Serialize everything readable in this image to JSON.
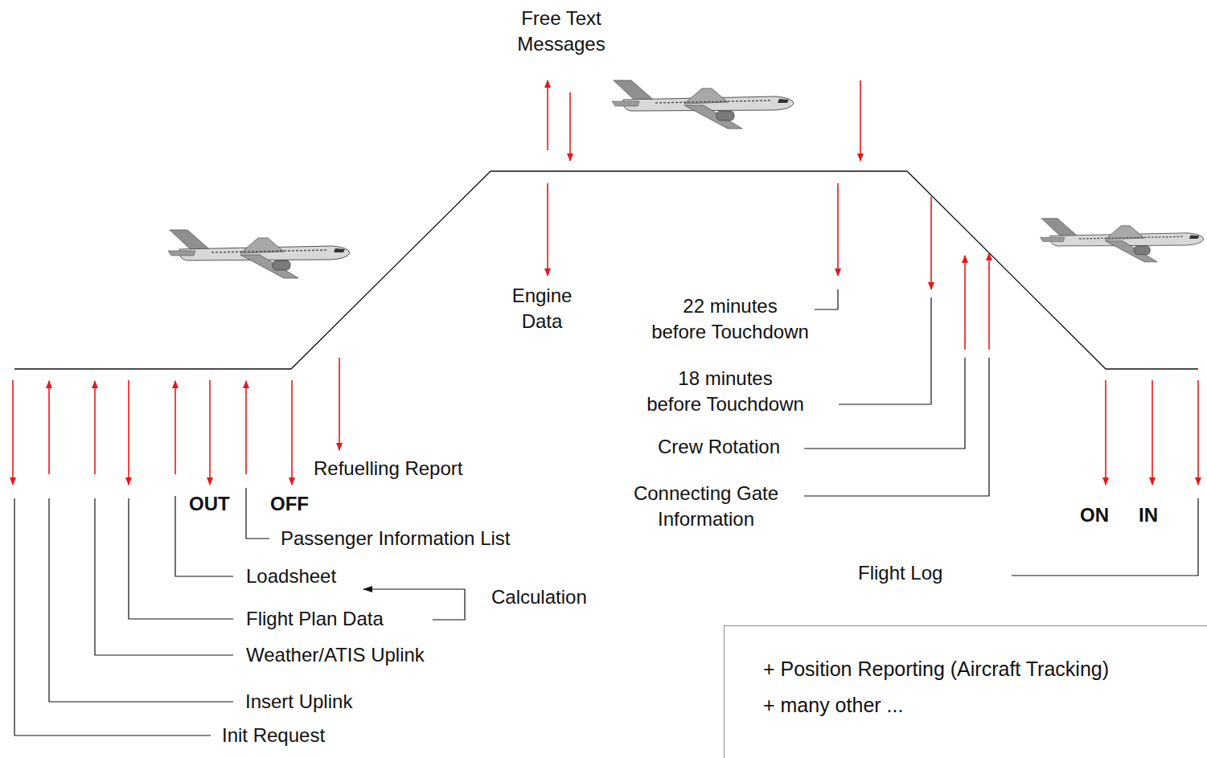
{
  "diagram": {
    "nodes": [
      {
        "text": [
          "+ Position Reporting (Aircraft Tracking)",
          "+ many other ..."
        ]
      }
    ],
    "labels": [
      "Free Text Messages",
      "Engine Data",
      "22 minutes before Touchdown",
      "18 minutes before Touchdown",
      "Crew Rotation",
      "Connecting Gate Information",
      "Refuelling Report",
      "OUT",
      "OFF",
      "ON",
      "IN",
      "Passenger Information List",
      "Loadsheet",
      "Calculation",
      "Flight Plan Data",
      "Weather/ATIS Uplink",
      "Insert Uplink",
      "Init Request",
      "Flight Log"
    ]
  }
}
